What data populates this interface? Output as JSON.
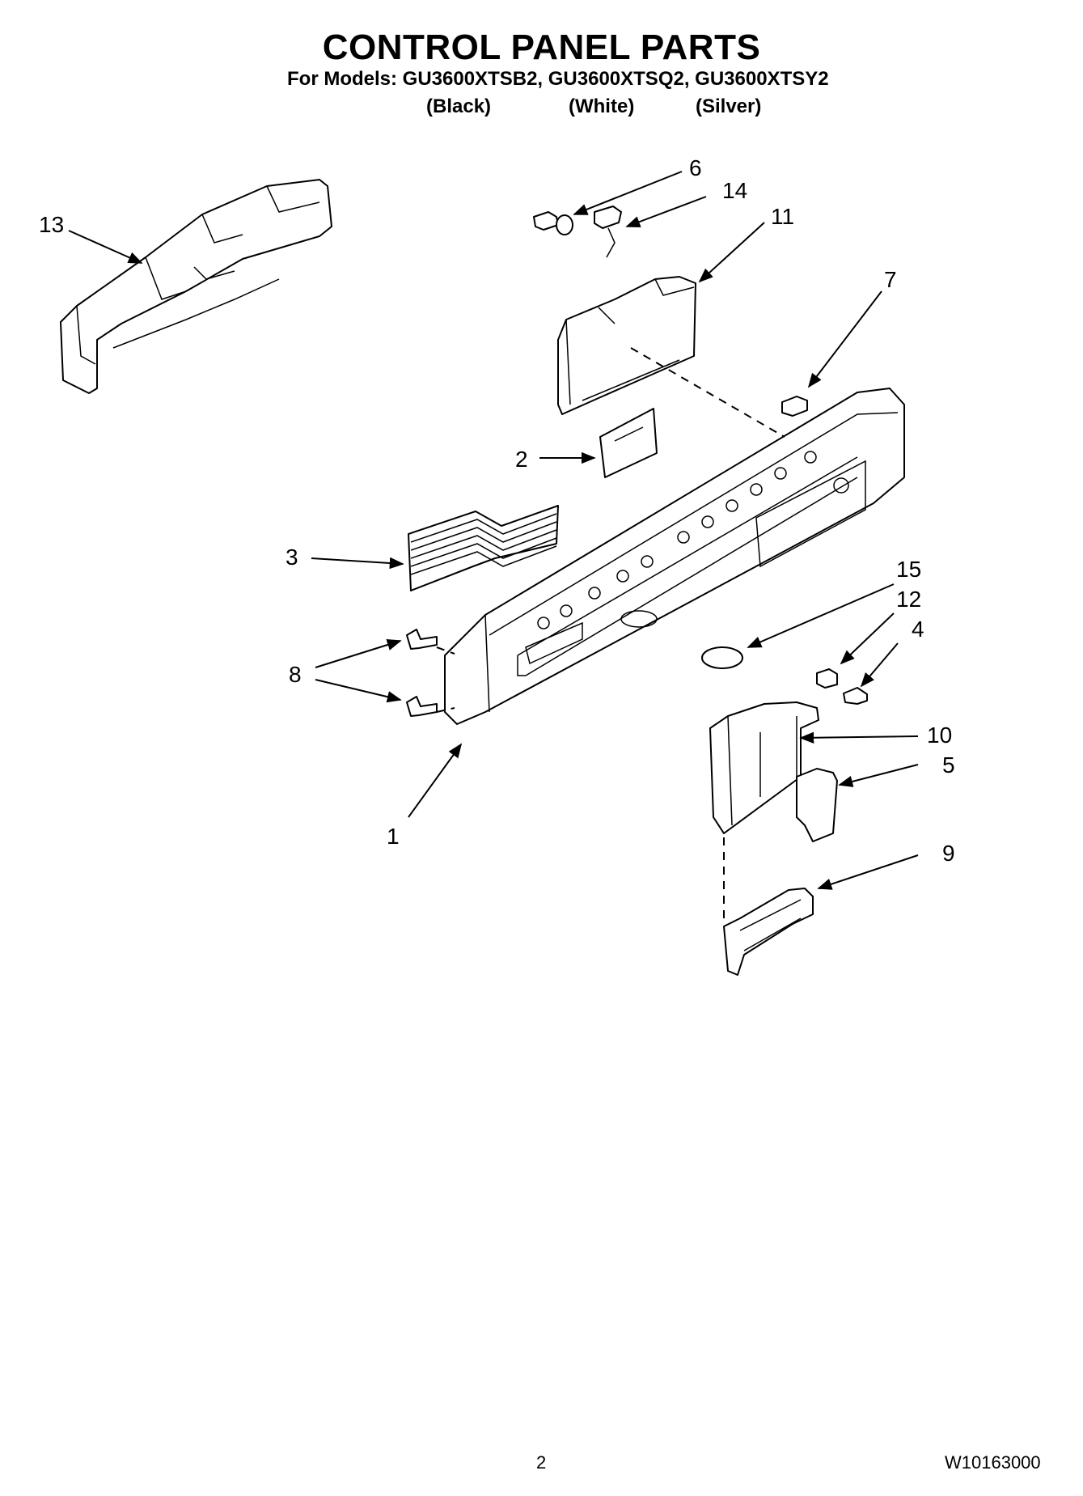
{
  "header": {
    "title": "CONTROL PANEL PARTS",
    "models_line": "For Models: GU3600XTSB2, GU3600XTSQ2, GU3600XTSY2",
    "variants": [
      "(Black)",
      "(White)",
      "(Silver)"
    ]
  },
  "callouts": {
    "c1": "1",
    "c2": "2",
    "c3": "3",
    "c4": "4",
    "c5": "5",
    "c6": "6",
    "c7": "7",
    "c8": "8",
    "c9": "9",
    "c10": "10",
    "c11": "11",
    "c12": "12",
    "c13": "13",
    "c14": "14",
    "c15": "15"
  },
  "footer": {
    "page_number": "2",
    "document_number": "W10163000"
  }
}
